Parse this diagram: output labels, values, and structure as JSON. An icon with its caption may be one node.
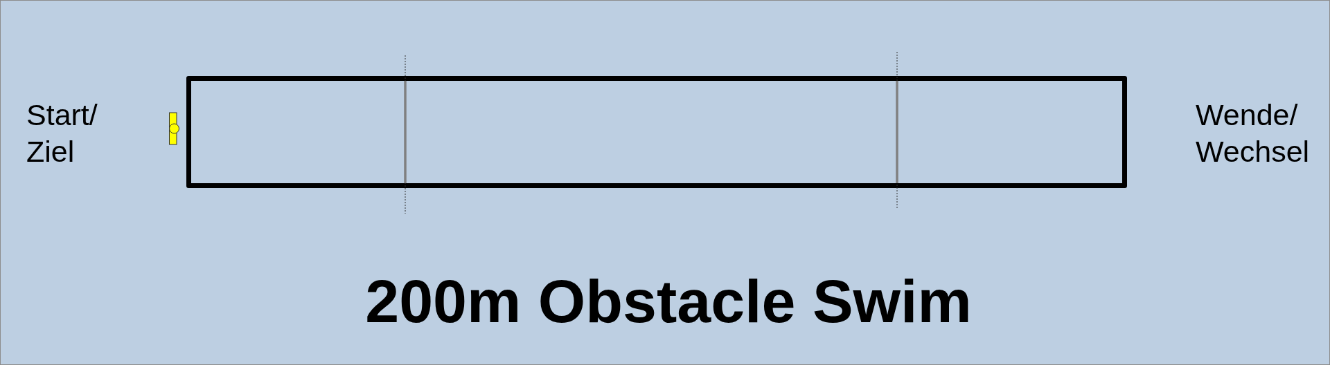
{
  "diagram": {
    "title": "200m Obstacle Swim",
    "nodes": [
      {
        "text": [],
        "shape": "box"
      }
    ],
    "labels": [
      "Start/ Ziel",
      "Wende/ Wechsel"
    ]
  }
}
